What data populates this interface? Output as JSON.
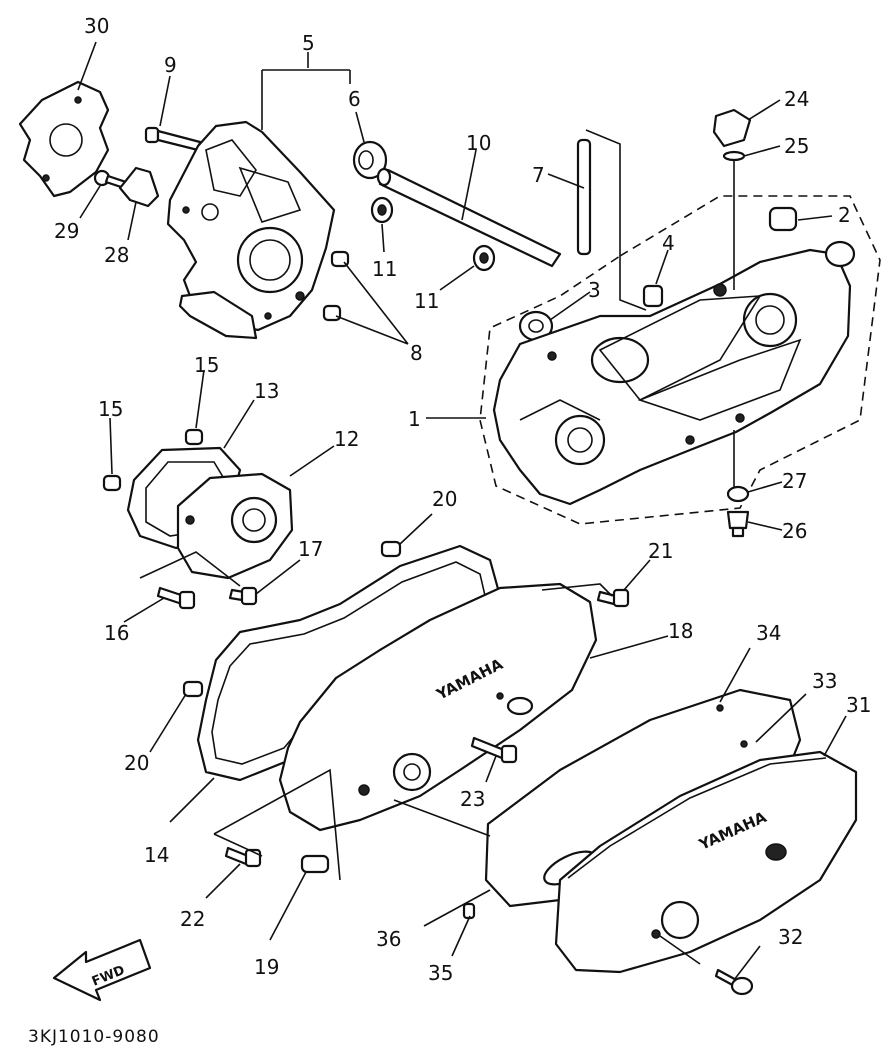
{
  "diagram": {
    "reference_code": "3KJ1010-9080",
    "fwd_label": "FWD",
    "brand": "YAMAHA",
    "callouts": [
      "1",
      "2",
      "3",
      "4",
      "5",
      "6",
      "7",
      "8",
      "9",
      "10",
      "11",
      "11",
      "12",
      "13",
      "14",
      "15",
      "15",
      "16",
      "17",
      "18",
      "19",
      "20",
      "20",
      "21",
      "22",
      "23",
      "24",
      "25",
      "26",
      "27",
      "28",
      "29",
      "30",
      "31",
      "32",
      "33",
      "34",
      "35",
      "36"
    ]
  }
}
